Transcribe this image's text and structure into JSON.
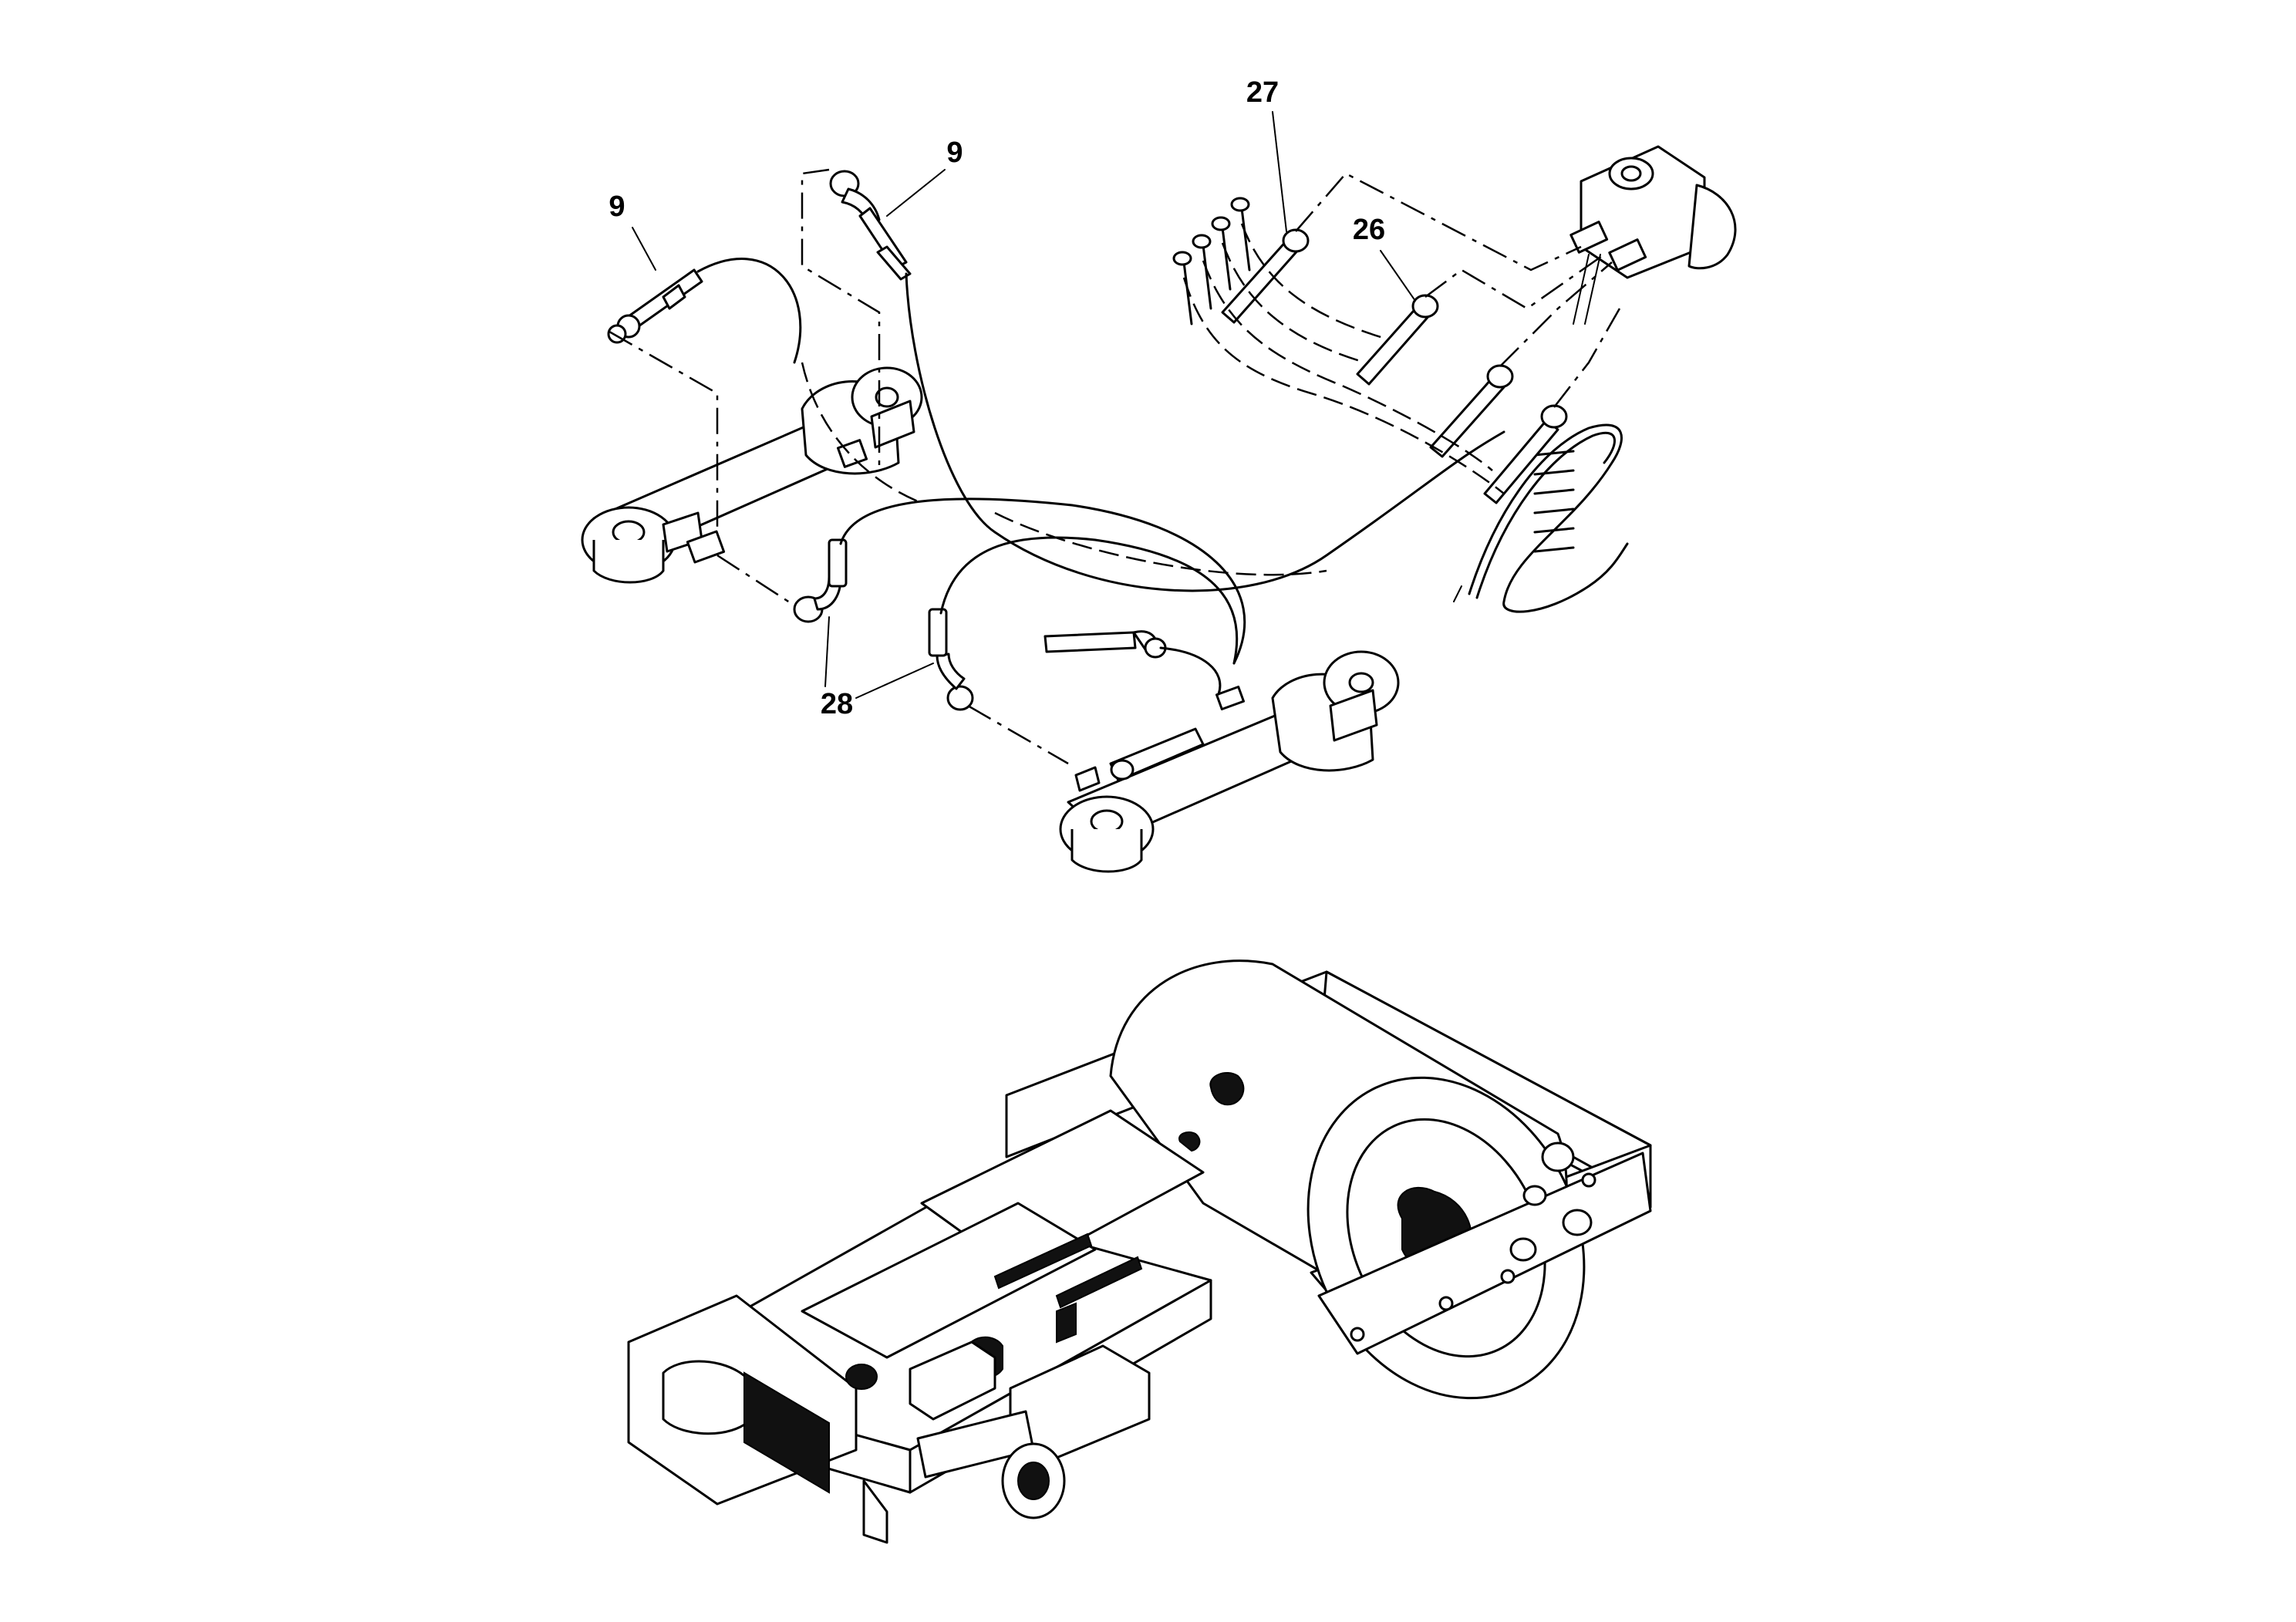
{
  "callouts": [
    {
      "id": "callout-9-left",
      "label": "9"
    },
    {
      "id": "callout-9-right",
      "label": "9"
    },
    {
      "id": "callout-27",
      "label": "27"
    },
    {
      "id": "callout-26",
      "label": "26"
    },
    {
      "id": "callout-28",
      "label": "28"
    }
  ],
  "colors": {
    "line": "#000000",
    "background": "#ffffff",
    "fill": "#111111"
  }
}
